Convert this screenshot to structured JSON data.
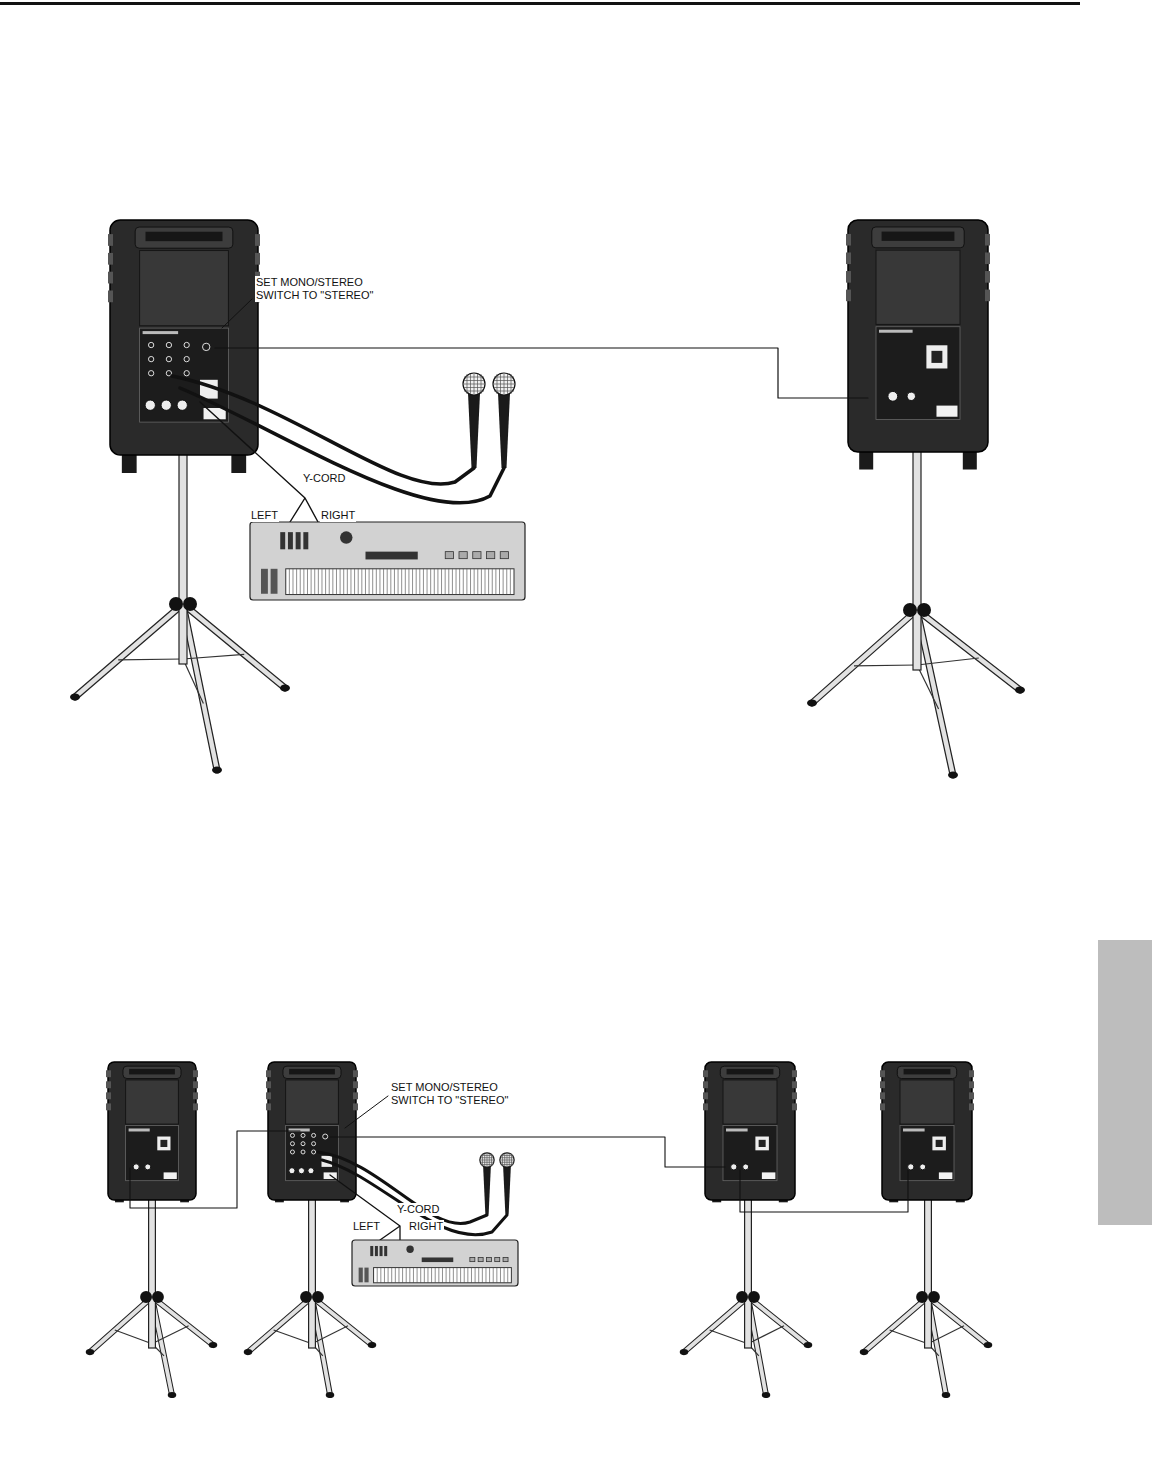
{
  "diagram": {
    "labels": [
      "SET MONO/STEREO SWITCH TO \"STEREO\"",
      "Y-CORD",
      "LEFT",
      "RIGHT",
      "SET MONO/STEREO SWITCH TO \"STEREO\"",
      "Y-CORD",
      "LEFT",
      "RIGHT"
    ]
  }
}
